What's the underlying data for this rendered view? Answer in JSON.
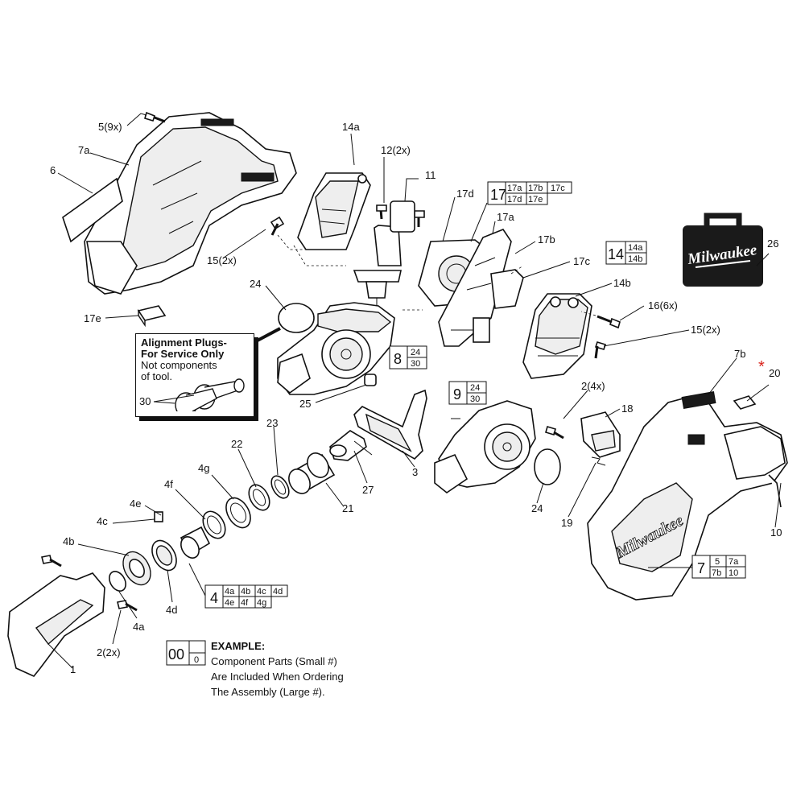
{
  "labels": {
    "l5": "5(9x)",
    "l7a": "7a",
    "l6": "6",
    "l14a": "14a",
    "l12": "12(2x)",
    "l11": "11",
    "l17d": "17d",
    "l17a": "17a",
    "l17b": "17b",
    "l17c": "17c",
    "l15a": "15(2x)",
    "l17e": "17e",
    "l24a": "24",
    "l25": "25",
    "l30": "30",
    "l26": "26",
    "l14b": "14b",
    "l16": "16(6x)",
    "l15b": "15(2x)",
    "l7b": "7b",
    "l20": "20",
    "l2a": "2(4x)",
    "l18": "18",
    "l19": "19",
    "l10": "10",
    "l23": "23",
    "l22": "22",
    "l4g": "4g",
    "l4f": "4f",
    "l4e": "4e",
    "l4c": "4c",
    "l4b": "4b",
    "l4a": "4a",
    "l4d": "4d",
    "l2b": "2(2x)",
    "l1": "1",
    "l27": "27",
    "l3": "3",
    "l21": "21",
    "l24b": "24",
    "l20star": "*"
  },
  "assemblies": {
    "a17": {
      "main": "17",
      "parts": [
        "17a",
        "17b",
        "17c",
        "17d",
        "17e"
      ]
    },
    "a14": {
      "main": "14",
      "parts": [
        "14a",
        "14b"
      ]
    },
    "a8": {
      "main": "8",
      "parts": [
        "24",
        "30"
      ]
    },
    "a9": {
      "main": "9",
      "parts": [
        "24",
        "30"
      ]
    },
    "a4": {
      "main": "4",
      "parts": [
        "4a",
        "4b",
        "4c",
        "4d",
        "4e",
        "4f",
        "4g"
      ]
    },
    "a7": {
      "main": "7",
      "parts": [
        "5",
        "7a",
        "7b",
        "10"
      ]
    },
    "a00": {
      "main": "00",
      "parts": [
        "0"
      ]
    }
  },
  "callout": {
    "title1": "Alignment Plugs-",
    "title2": "For Service Only",
    "note1": "Not components",
    "note2": "of tool."
  },
  "example": {
    "heading": "EXAMPLE:",
    "line1": "Component Parts (Small #)",
    "line2": "Are Included When Ordering",
    "line3": "The Assembly (Large #)."
  },
  "case_brand": "Milwaukee",
  "tool_brand": "Milwaukee",
  "colors": {
    "ink": "#111111",
    "star": "#d9241c",
    "case": "#1a1a1a"
  }
}
